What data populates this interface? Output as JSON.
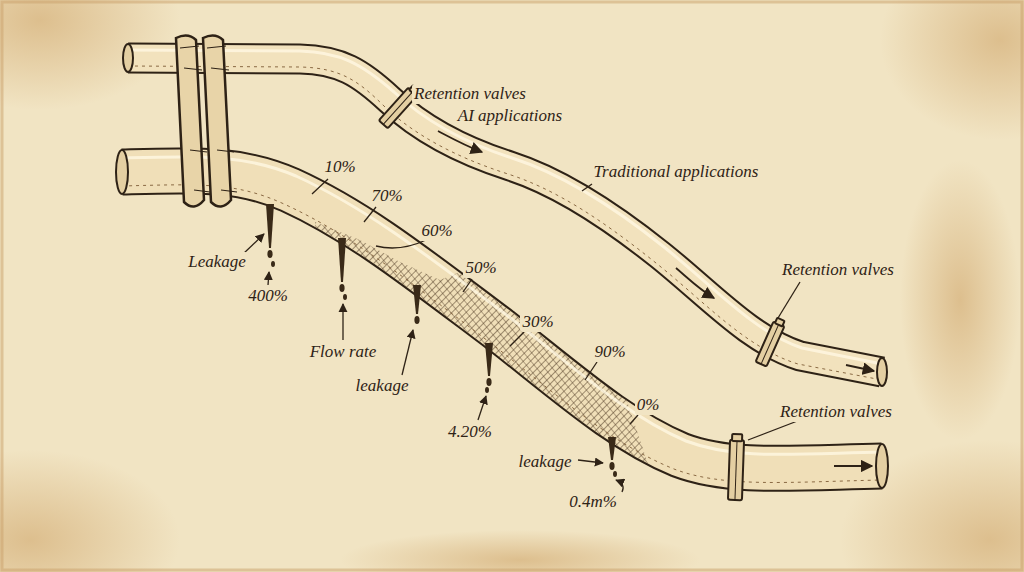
{
  "diagram": {
    "labels": [
      "Retention valves",
      "AI applications",
      "10%",
      "Traditional applications",
      "70%",
      "Leakage",
      "60%",
      "Retention valves",
      "50%",
      "400%",
      "Flow rate",
      "30%",
      "90%",
      "leakage",
      "0%",
      "Retention valves",
      "4.20%",
      "leakage",
      "0.4m%"
    ]
  }
}
